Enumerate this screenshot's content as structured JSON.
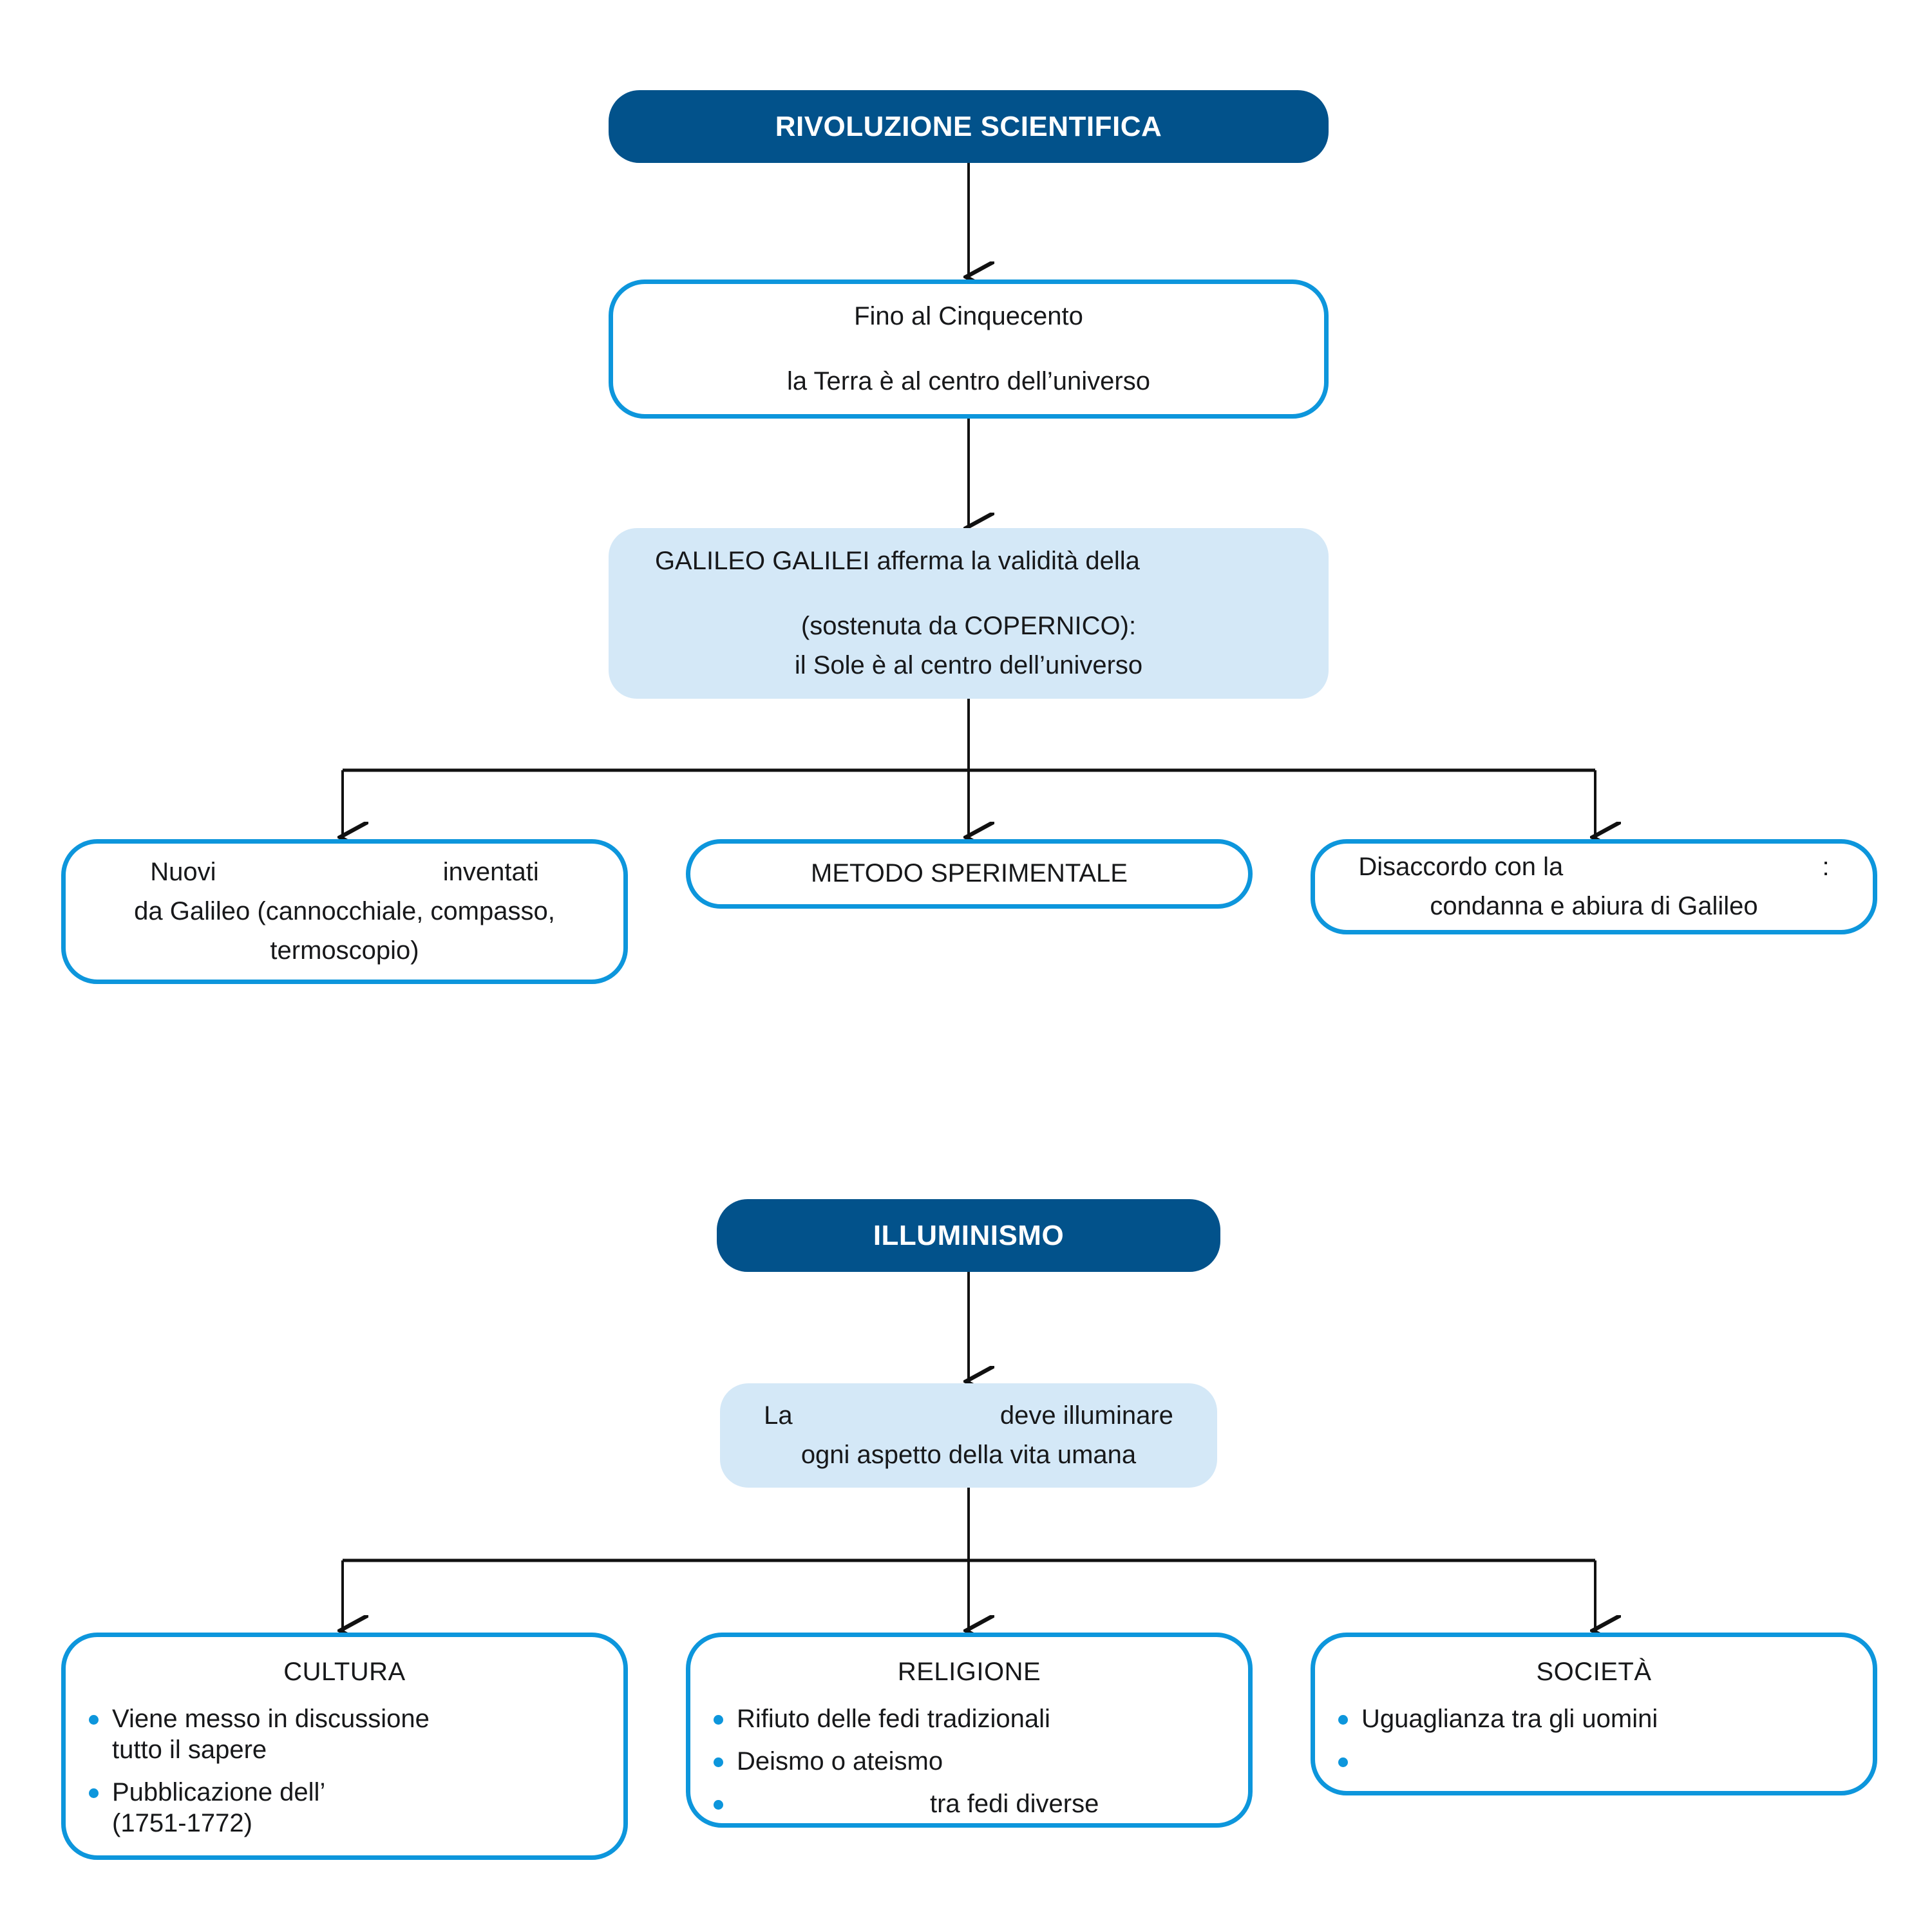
{
  "colors": {
    "header_fill": "#02528b",
    "outline_stroke": "#0d96dc",
    "soft_fill": "#d4e8f7",
    "connector": "#111111",
    "text": "#17181a",
    "bullet": "#0d96dc",
    "background": "#ffffff"
  },
  "sections": [
    {
      "id": "rivoluzione-scientifica",
      "header": "RIVOLUZIONE SCIENTIFICA",
      "step1": {
        "line1": "Fino al Cinquecento",
        "line2": "la Terra è al centro dell’universo"
      },
      "step2": {
        "line1_a": "GALILEO GALILEI afferma la validità della",
        "line1_blank": "",
        "line2": "(sostenuta da COPERNICO):",
        "line3": "il Sole è al centro dell’universo"
      },
      "branches": [
        {
          "id": "nuovi-strumenti",
          "line1_a": "Nuovi",
          "line1_blank": "",
          "line1_b": "inventati",
          "line2": "da Galileo (cannocchiale, compasso,",
          "line3": "termoscopio)"
        },
        {
          "id": "metodo-sperimentale",
          "line1_a": "METODO SPERIMENTALE",
          "line1_blank": null,
          "line1_b": null
        },
        {
          "id": "disaccordo-chiesa",
          "line1_a": "Disaccordo con la",
          "line1_blank": "",
          "line1_b": ":",
          "line2": "condanna e abiura di Galileo"
        }
      ]
    },
    {
      "id": "illuminismo",
      "header": "ILLUMINISMO",
      "step1": {
        "line1_a": "La",
        "line1_blank": "",
        "line1_b": "deve illuminare",
        "line2": "ogni aspetto della vita umana"
      },
      "categories": [
        {
          "id": "cultura",
          "title": "CULTURA",
          "bullets": [
            {
              "text_a": "Viene messo in discussione",
              "blank": null,
              "text_b": null,
              "line2": "tutto il sapere"
            },
            {
              "text_a": "Pubblicazione dell’",
              "blank": "",
              "text_b": null,
              "line2": "(1751-1772)"
            }
          ]
        },
        {
          "id": "religione",
          "title": "RELIGIONE",
          "bullets": [
            {
              "text_a": "Rifiuto delle fedi tradizionali",
              "blank": null,
              "text_b": null,
              "line2": null
            },
            {
              "text_a": "Deismo o ateismo",
              "blank": null,
              "text_b": null,
              "line2": null
            },
            {
              "text_a": "",
              "blank": "",
              "text_b": "tra fedi diverse",
              "line2": null
            }
          ]
        },
        {
          "id": "societa",
          "title": "SOCIETÀ",
          "bullets": [
            {
              "text_a": "Uguaglianza tra gli uomini",
              "blank": null,
              "text_b": null,
              "line2": null
            },
            {
              "text_a": "",
              "blank": "",
              "text_b": "",
              "line2": null
            }
          ]
        }
      ]
    }
  ]
}
